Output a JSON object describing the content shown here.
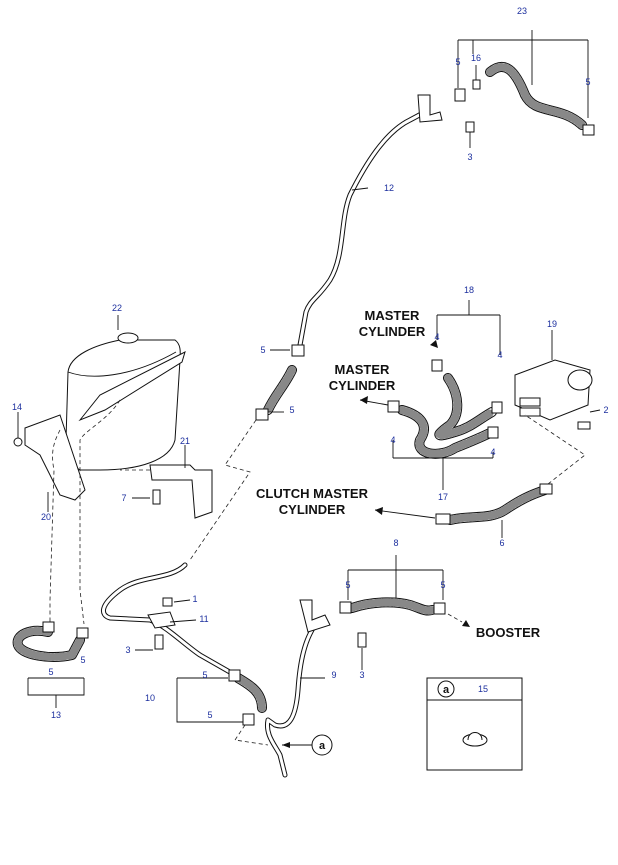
{
  "labels": {
    "master_cylinder_1": [
      "MASTER",
      "CYLINDER"
    ],
    "master_cylinder_2": [
      "MASTER",
      "CYLINDER"
    ],
    "clutch_master_cylinder": [
      "CLUTCH MASTER",
      "CYLINDER"
    ],
    "booster": "BOOSTER"
  },
  "callouts": {
    "n23": "23",
    "n16": "16",
    "n5a": "5",
    "n5b": "5",
    "n3a": "3",
    "n12": "12",
    "n18": "18",
    "n19": "19",
    "n22": "22",
    "n4a": "4",
    "n4b": "4",
    "n4c": "4",
    "n4d": "4",
    "n5c": "5",
    "n5d": "5",
    "n14": "14",
    "n2": "2",
    "n21": "21",
    "n7": "7",
    "n20": "20",
    "n17": "17",
    "n6": "6",
    "n8": "8",
    "n5e": "5",
    "n5f": "5",
    "n1": "1",
    "n11": "11",
    "n3b": "3",
    "n3c": "3",
    "n9": "9",
    "n5g": "5",
    "n5h": "5",
    "n10": "10",
    "n5i": "5",
    "n5j": "5",
    "n13": "13",
    "n15": "15"
  },
  "reference_marker": "a",
  "inset": {
    "marker": "a",
    "part_number": "15"
  }
}
